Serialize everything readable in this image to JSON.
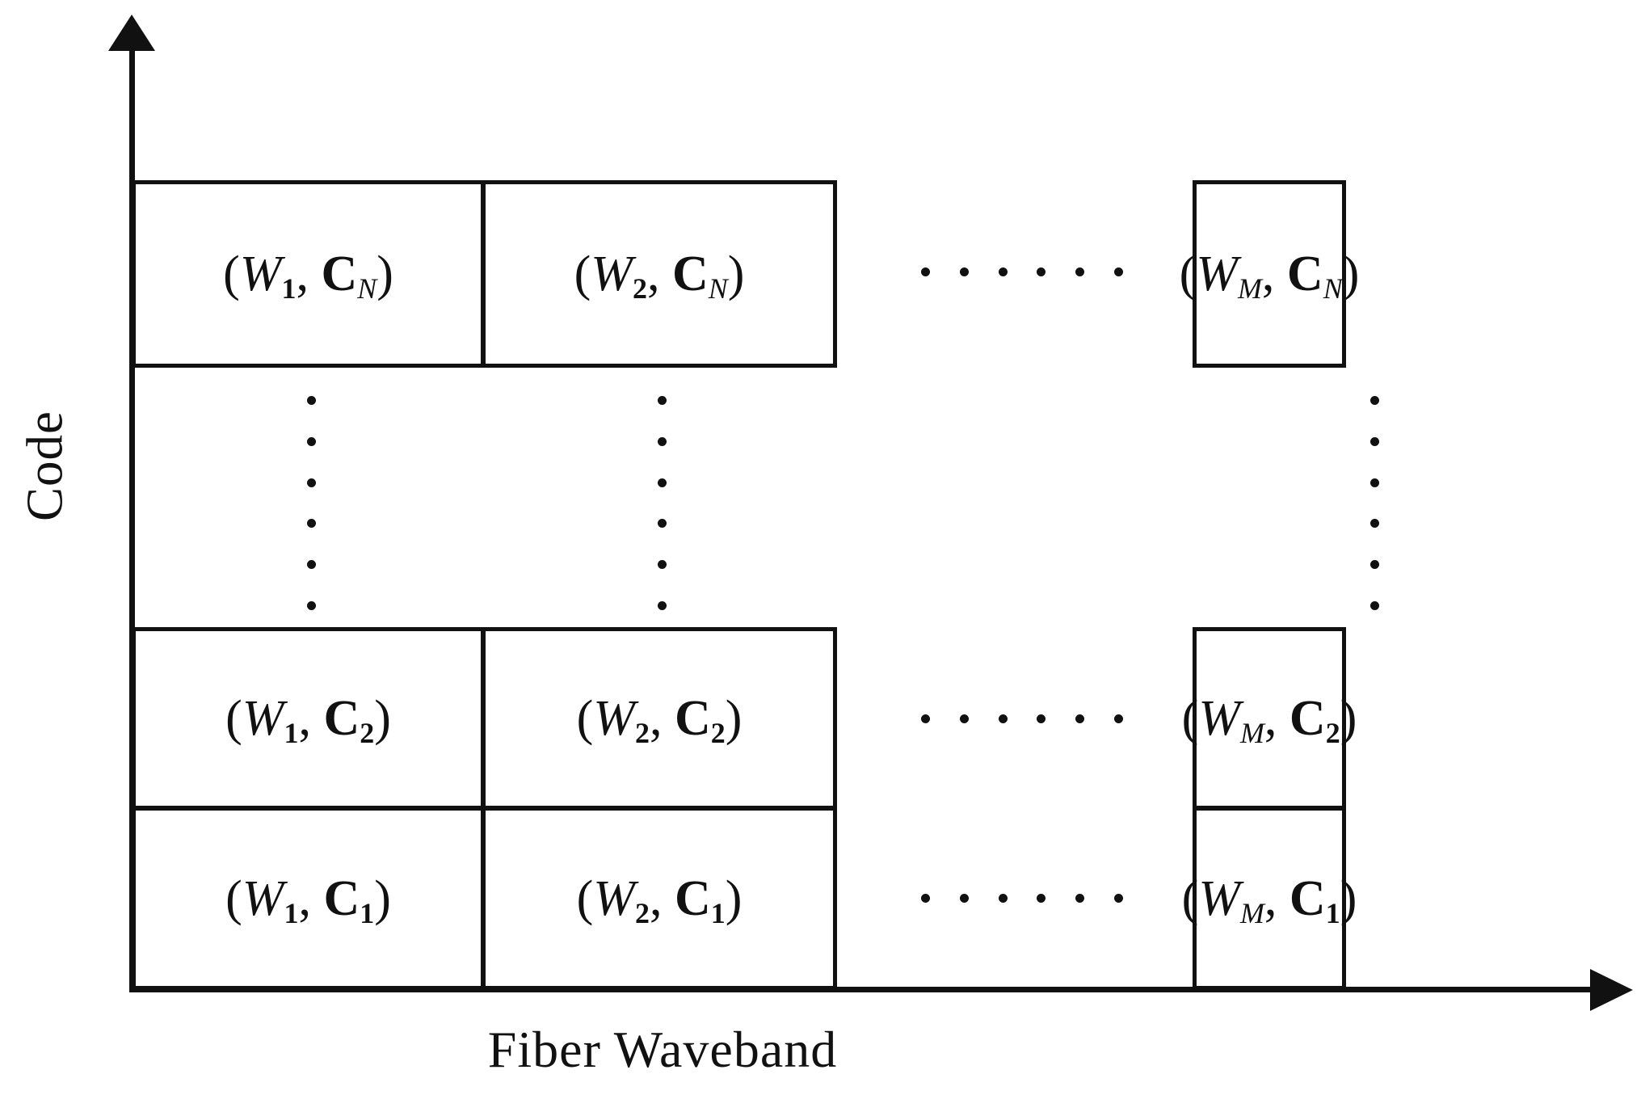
{
  "figure": {
    "type": "grid-diagram",
    "y_axis_label": "Code",
    "x_axis_label": "Fiber Waveband",
    "ink_color": "#111111",
    "background_color": "#ffffff",
    "horizontal_ellipsis_dot_count": 6,
    "vertical_ellipsis_dot_count": 6
  },
  "grid": {
    "columns": [
      {
        "key": "w1",
        "label": "W",
        "index": "1"
      },
      {
        "key": "w2",
        "label": "W",
        "index": "2"
      },
      {
        "key": "wM",
        "label": "W",
        "index": "M"
      }
    ],
    "rows": [
      {
        "key": "cN",
        "label": "C",
        "index": "N"
      },
      {
        "key": "c2",
        "label": "C",
        "index": "2"
      },
      {
        "key": "c1",
        "label": "C",
        "index": "1"
      }
    ],
    "cells": {
      "r_cN_c_w1": {
        "open": "(",
        "w": "W",
        "wsub": "1",
        "sep": ", ",
        "c": "C",
        "csub": "N",
        "close": ")"
      },
      "r_cN_c_w2": {
        "open": "(",
        "w": "W",
        "wsub": "2",
        "sep": ", ",
        "c": "C",
        "csub": "N",
        "close": ")"
      },
      "r_cN_c_wM": {
        "open": "(",
        "w": "W",
        "wsub": "M",
        "sep": ", ",
        "c": "C",
        "csub": "N",
        "close": ")"
      },
      "r_c2_c_w1": {
        "open": "(",
        "w": "W",
        "wsub": "1",
        "sep": ", ",
        "c": "C",
        "csub": "2",
        "close": ")"
      },
      "r_c2_c_w2": {
        "open": "(",
        "w": "W",
        "wsub": "2",
        "sep": ", ",
        "c": "C",
        "csub": "2",
        "close": ")"
      },
      "r_c2_c_wM": {
        "open": "(",
        "w": "W",
        "wsub": "M",
        "sep": ", ",
        "c": "C",
        "csub": "2",
        "close": ")"
      },
      "r_c1_c_w1": {
        "open": "(",
        "w": "W",
        "wsub": "1",
        "sep": ", ",
        "c": "C",
        "csub": "1",
        "close": ")"
      },
      "r_c1_c_w2": {
        "open": "(",
        "w": "W",
        "wsub": "2",
        "sep": ", ",
        "c": "C",
        "csub": "1",
        "close": ")"
      },
      "r_c1_c_wM": {
        "open": "(",
        "w": "W",
        "wsub": "M",
        "sep": ", ",
        "c": "C",
        "csub": "1",
        "close": ")"
      }
    }
  }
}
